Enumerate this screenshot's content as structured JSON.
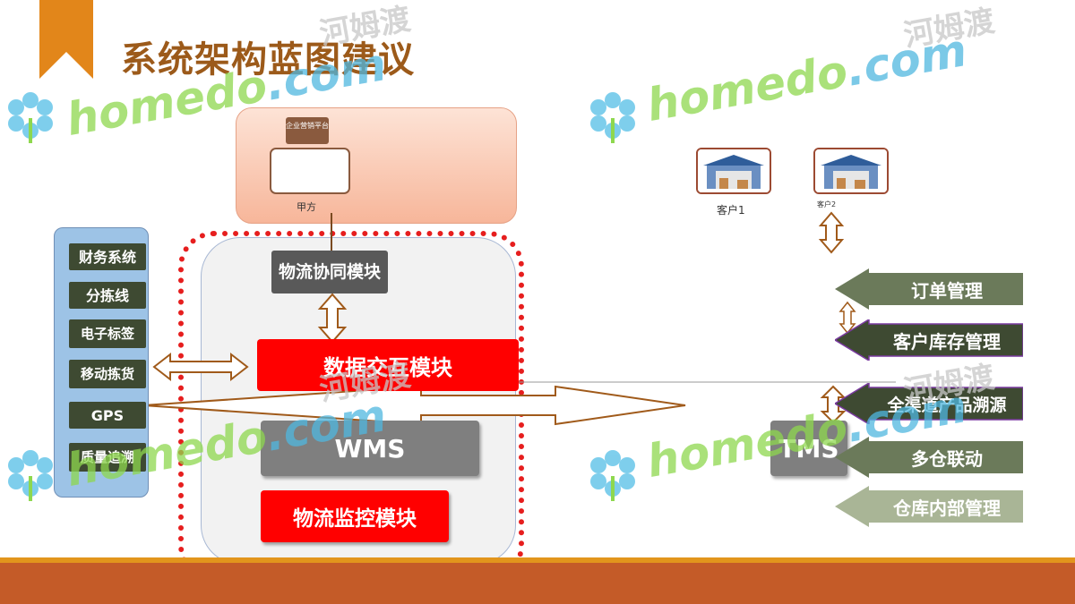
{
  "title": "系统架构蓝图建议",
  "client": {
    "logo_text": "企业营销平台",
    "label": "甲方"
  },
  "modules": {
    "collab": "物流协同模块",
    "data_exchange": "数据交互模块",
    "wms": "WMS",
    "monitor": "物流监控模块",
    "tms": "TMS"
  },
  "left_systems": [
    "财务系统",
    "分拣线",
    "电子标签",
    "移动拣货",
    "GPS",
    "质量追溯"
  ],
  "customers": [
    {
      "label": "客户1"
    },
    {
      "label": "客户2"
    }
  ],
  "right_functions": [
    {
      "label": "订单管理"
    },
    {
      "label": "客户库存管理"
    },
    {
      "label": "全渠道产品溯源"
    },
    {
      "label": "多仓联动"
    },
    {
      "label": "仓库内部管理"
    }
  ],
  "watermark": {
    "brand": "homedo",
    "domain": ".com",
    "cn": "河姆渡"
  },
  "colors": {
    "title": "#9c5a1a",
    "accent_red": "#ff0000",
    "module_gray": "#7f7f7f",
    "side_panel": "#9dc3e6",
    "banner_green": "#6b7a5a",
    "footer": "#c45b28"
  }
}
